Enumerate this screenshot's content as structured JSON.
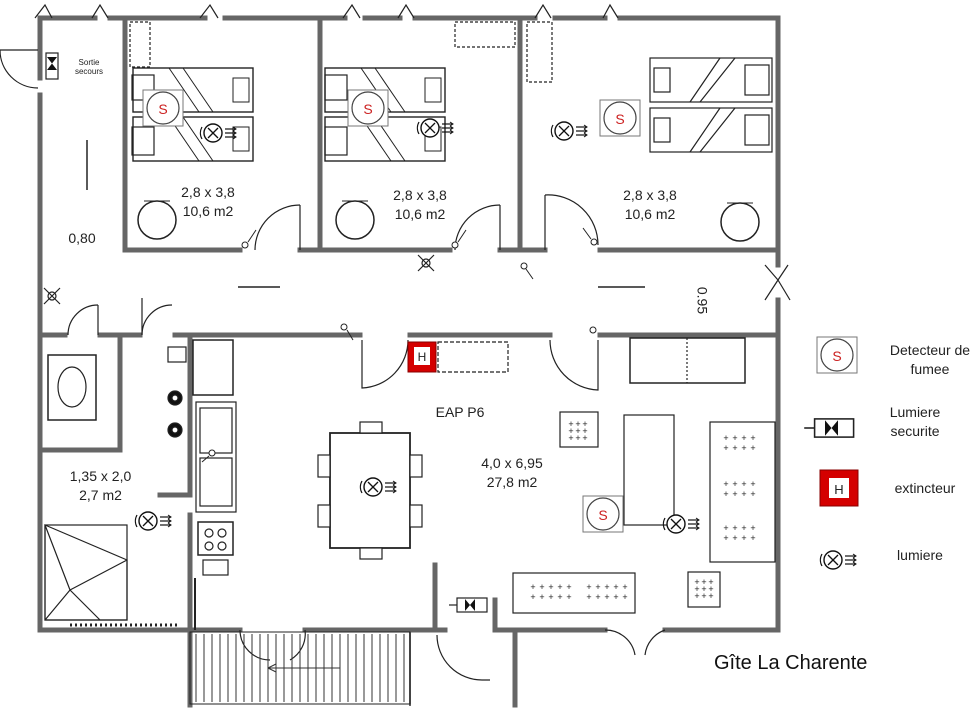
{
  "plan_title": "Gîte La Charente",
  "rooms": {
    "bedroom1": {
      "dims": "2,8 x 3,8",
      "area": "10,6 m2"
    },
    "bedroom2": {
      "dims": "2,8 x 3,8",
      "area": "10,6 m2"
    },
    "bedroom3": {
      "dims": "2,8 x 3,8",
      "area": "10,6 m2"
    },
    "bathroom": {
      "dims": "1,35 x 2,0",
      "area": "2,7 m2"
    },
    "main_room": {
      "name": "EAP P6",
      "dims": "4,0 x 6,95",
      "area": "27,8 m2"
    }
  },
  "measures": {
    "corridor_width": "0,80",
    "passage_width": "0.95"
  },
  "exit_sign": {
    "line1": "Sortie",
    "line2": "secours"
  },
  "symbols": {
    "smoke": "S",
    "extinguisher": "H"
  },
  "legend": {
    "smoke_detector": {
      "line1": "Detecteur de",
      "line2": "fumee"
    },
    "safety_light": {
      "line1": "Lumiere",
      "line2": "securite"
    },
    "extinguisher": "extincteur",
    "light": "lumiere"
  },
  "colors": {
    "wall": "#6e6e6e",
    "extinguisher": "#d40000",
    "smoke_symbol": "#cc2222"
  }
}
